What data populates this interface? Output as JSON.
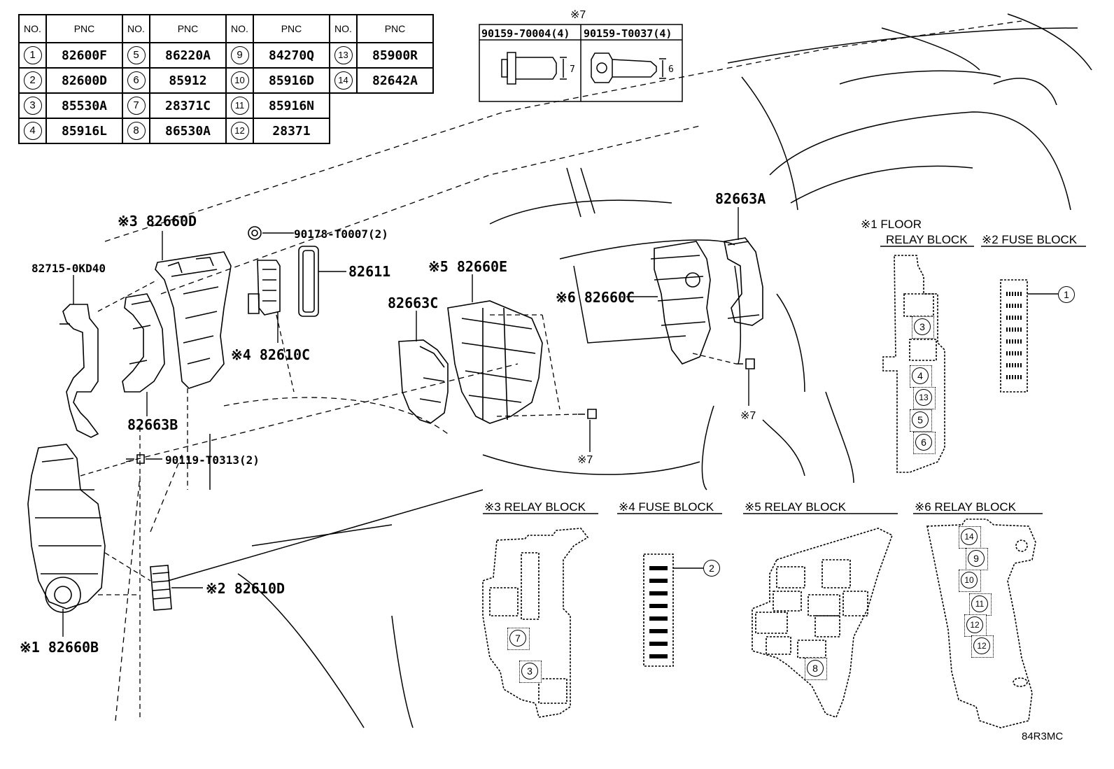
{
  "pnc_table": {
    "header_no": "NO.",
    "header_pnc": "PNC",
    "col1": [
      {
        "no": "1",
        "pnc": "82600F"
      },
      {
        "no": "2",
        "pnc": "82600D"
      },
      {
        "no": "3",
        "pnc": "85530A"
      },
      {
        "no": "4",
        "pnc": "85916L"
      }
    ],
    "col2": [
      {
        "no": "5",
        "pnc": "86220A"
      },
      {
        "no": "6",
        "pnc": "85912"
      },
      {
        "no": "7",
        "pnc": "28371C"
      },
      {
        "no": "8",
        "pnc": "86530A"
      }
    ],
    "col3": [
      {
        "no": "9",
        "pnc": "84270Q"
      },
      {
        "no": "10",
        "pnc": "85916D"
      },
      {
        "no": "11",
        "pnc": "85916N"
      },
      {
        "no": "12",
        "pnc": "28371"
      }
    ],
    "col4": [
      {
        "no": "13",
        "pnc": "85900R"
      },
      {
        "no": "14",
        "pnc": "82642A"
      }
    ]
  },
  "bolt_box": {
    "title": "※7",
    "left_part": "90159-70004(4)",
    "right_part": "90159-T0037(4)",
    "left_dim": "7",
    "right_dim": "6"
  },
  "labels": {
    "p82660D": "※3 82660D",
    "p90178": "90178-T0007(2)",
    "p82715": "82715-0KD40",
    "p82611": "82611",
    "p82660E": "※5 82660E",
    "p82663A": "82663A",
    "p82660C": "※6 82660C",
    "p82663C": "82663C",
    "p82610C": "※4 82610C",
    "p82663B": "82663B",
    "p90119": "90119-T0313(2)",
    "p82610D": "※2 82610D",
    "p82660B": "※1 82660B",
    "star7_a": "※7",
    "star7_b": "※7",
    "code": "84R3MC"
  },
  "sections": {
    "floor_relay_1": "※1 FLOOR",
    "floor_relay_2": "RELAY BLOCK",
    "fuse_block_2": "※2 FUSE BLOCK",
    "relay_block_3": "※3 RELAY BLOCK",
    "fuse_block_4": "※4 FUSE BLOCK",
    "relay_block_5": "※5 RELAY BLOCK",
    "relay_block_6": "※6 RELAY BLOCK"
  },
  "block_markers": {
    "floor": [
      "3",
      "4",
      "13",
      "5",
      "6"
    ],
    "fuse2": "1",
    "relay3": [
      "7",
      "3"
    ],
    "fuse4": "2",
    "relay5": "8",
    "relay6": [
      "14",
      "9",
      "10",
      "11",
      "12",
      "12"
    ]
  }
}
